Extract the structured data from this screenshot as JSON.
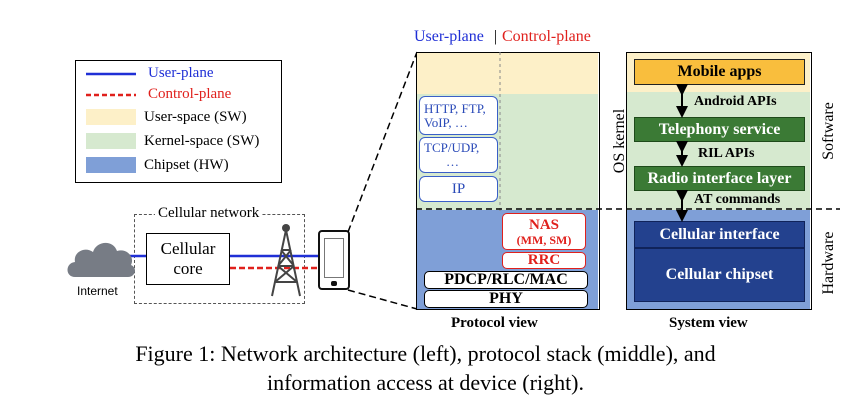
{
  "legend": {
    "user_plane": "User-plane",
    "control_plane": "Control-plane",
    "user_space": "User-space (SW)",
    "kernel_space": "Kernel-space (SW)",
    "chipset": "Chipset (HW)"
  },
  "network": {
    "title": "Cellular network",
    "core": [
      "Cellular",
      "core"
    ],
    "internet": "Internet"
  },
  "protocol": {
    "header_user": "User-plane",
    "header_separator": "|",
    "header_control": "Control-plane",
    "http": [
      "HTTP, FTP,",
      "VoIP, …"
    ],
    "tcp": [
      "TCP/UDP,",
      "…"
    ],
    "ip": "IP",
    "nas": [
      "NAS",
      "(MM, SM)"
    ],
    "rrc": "RRC",
    "pdcp": "PDCP/RLC/MAC",
    "phy": "PHY",
    "label": "Protocol view"
  },
  "system": {
    "os_kernel": "OS kernel",
    "mobile_apps": "Mobile apps",
    "android_apis": "Android APIs",
    "telephony": "Telephony service",
    "ril_apis": "RIL APIs",
    "radio_layer": "Radio interface layer",
    "at_commands": "AT commands",
    "cellular_interface": "Cellular interface",
    "cellular_chipset": "Cellular chipset",
    "software": "Software",
    "hardware": "Hardware",
    "label": "System view"
  },
  "caption": [
    "Figure 1: Network architecture (left), protocol stack (middle), and",
    "information access at device (right)."
  ],
  "colors": {
    "user_plane": "#1f2fd6",
    "control_plane": "#e0201c",
    "user_space": "#fdf0c8",
    "kernel_space": "#d6e9cf",
    "chipset": "#7f9fd7",
    "green_box": "#3b7a35",
    "orange_box": "#f9be3d",
    "navy_box": "#23418e"
  }
}
